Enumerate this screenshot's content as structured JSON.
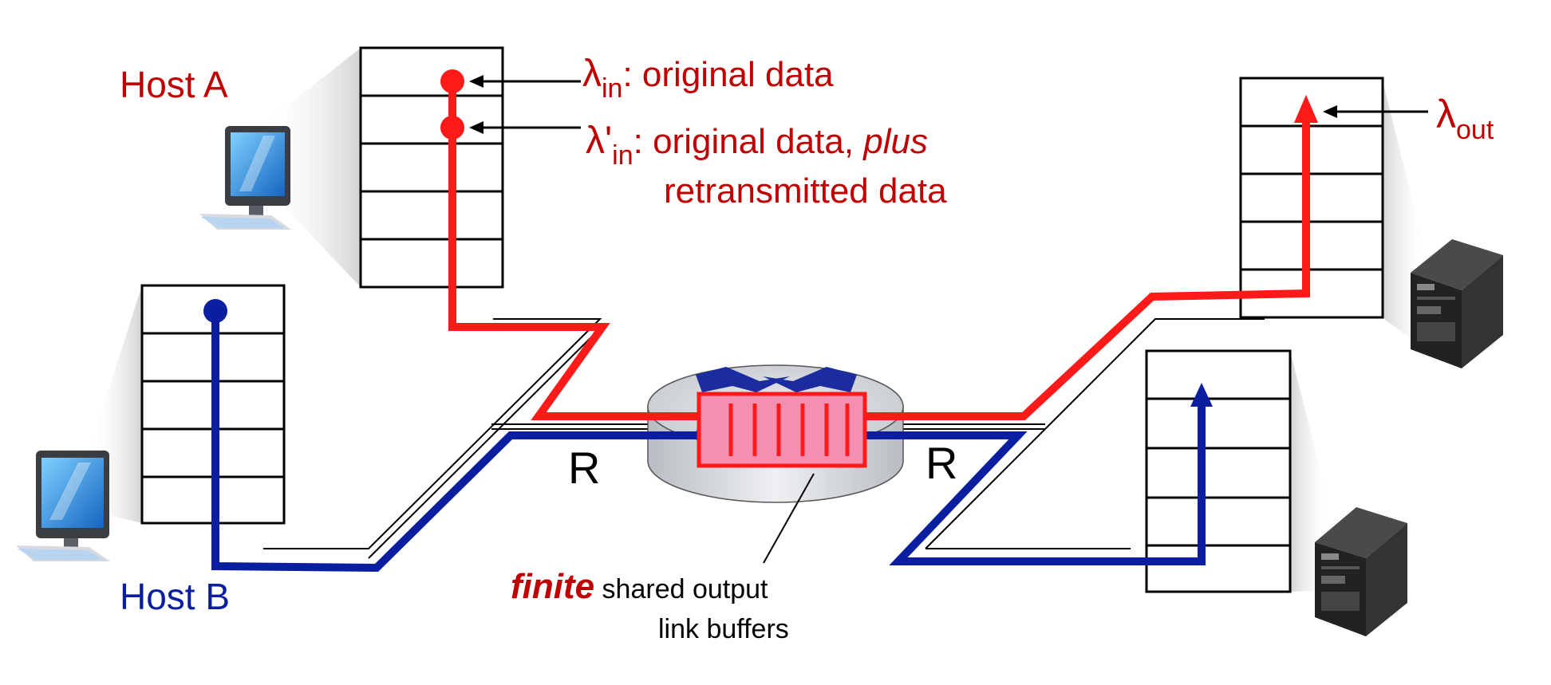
{
  "host_a": {
    "label": "Host A"
  },
  "host_b": {
    "label": "Host B"
  },
  "lambda_in": {
    "symbol": "λ",
    "subscript": "in",
    "description": ": original data"
  },
  "lambda_in_prime": {
    "symbol": "λ'",
    "subscript": "in",
    "description": ": original data, ",
    "emphasis": "plus",
    "continuation": "retransmitted data"
  },
  "lambda_out": {
    "symbol": "λ",
    "subscript": "out"
  },
  "links": {
    "left_rate": "R",
    "right_rate": "R"
  },
  "buffer_caption": {
    "emphasis": "finite",
    "line1": " shared output",
    "line2": "link buffers"
  },
  "colors": {
    "red": "#ff0000",
    "red_text": "#c00000",
    "blue": "#0a1fa0",
    "buffer_fill": "#f48fb1"
  }
}
